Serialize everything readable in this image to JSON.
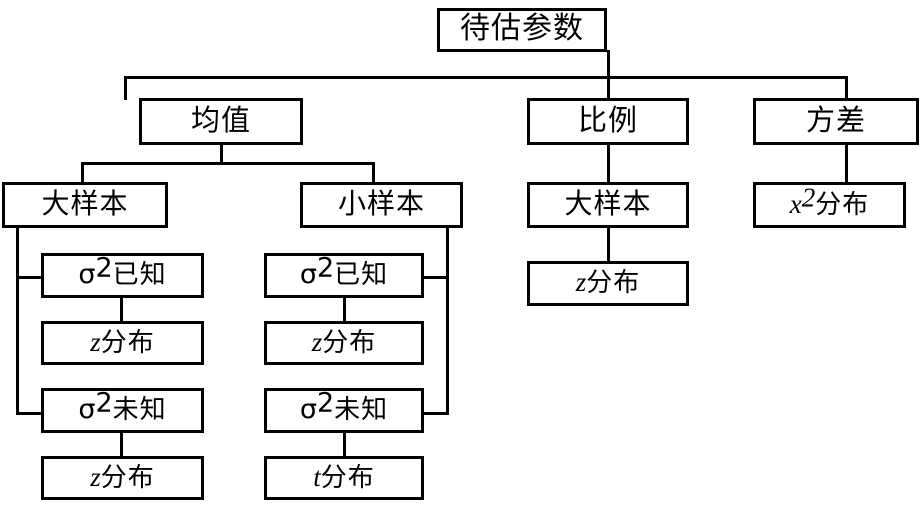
{
  "diagram": {
    "title": "待估参数",
    "type": "tree-diagram",
    "orientation": "top-down",
    "nodes": {
      "root": "待估参数",
      "mean": "均值",
      "proportion": "比例",
      "variance": "方差",
      "mean_large_sample": "大样本",
      "mean_small_sample": "小样本",
      "proportion_large_sample": "大样本",
      "mean_large_sigma_known": "已知",
      "mean_large_sigma_known_dist": "分布",
      "mean_large_sigma_unknown": "未知",
      "mean_large_sigma_unknown_dist": "分布",
      "mean_small_sigma_known": "已知",
      "mean_small_sigma_known_dist": "分布",
      "mean_small_sigma_unknown": "未知",
      "mean_small_sigma_unknown_dist": "分布",
      "proportion_dist": "分布",
      "variance_dist": "分布"
    },
    "symbols": {
      "sigma": "σ",
      "sigma_exp": "2",
      "z": "z",
      "t": "t",
      "x": "x",
      "x_exp": "2"
    },
    "colors": {
      "line": "#000000",
      "box_fill": "#ffffff",
      "text": "#000000",
      "background": "#ffffff"
    }
  }
}
